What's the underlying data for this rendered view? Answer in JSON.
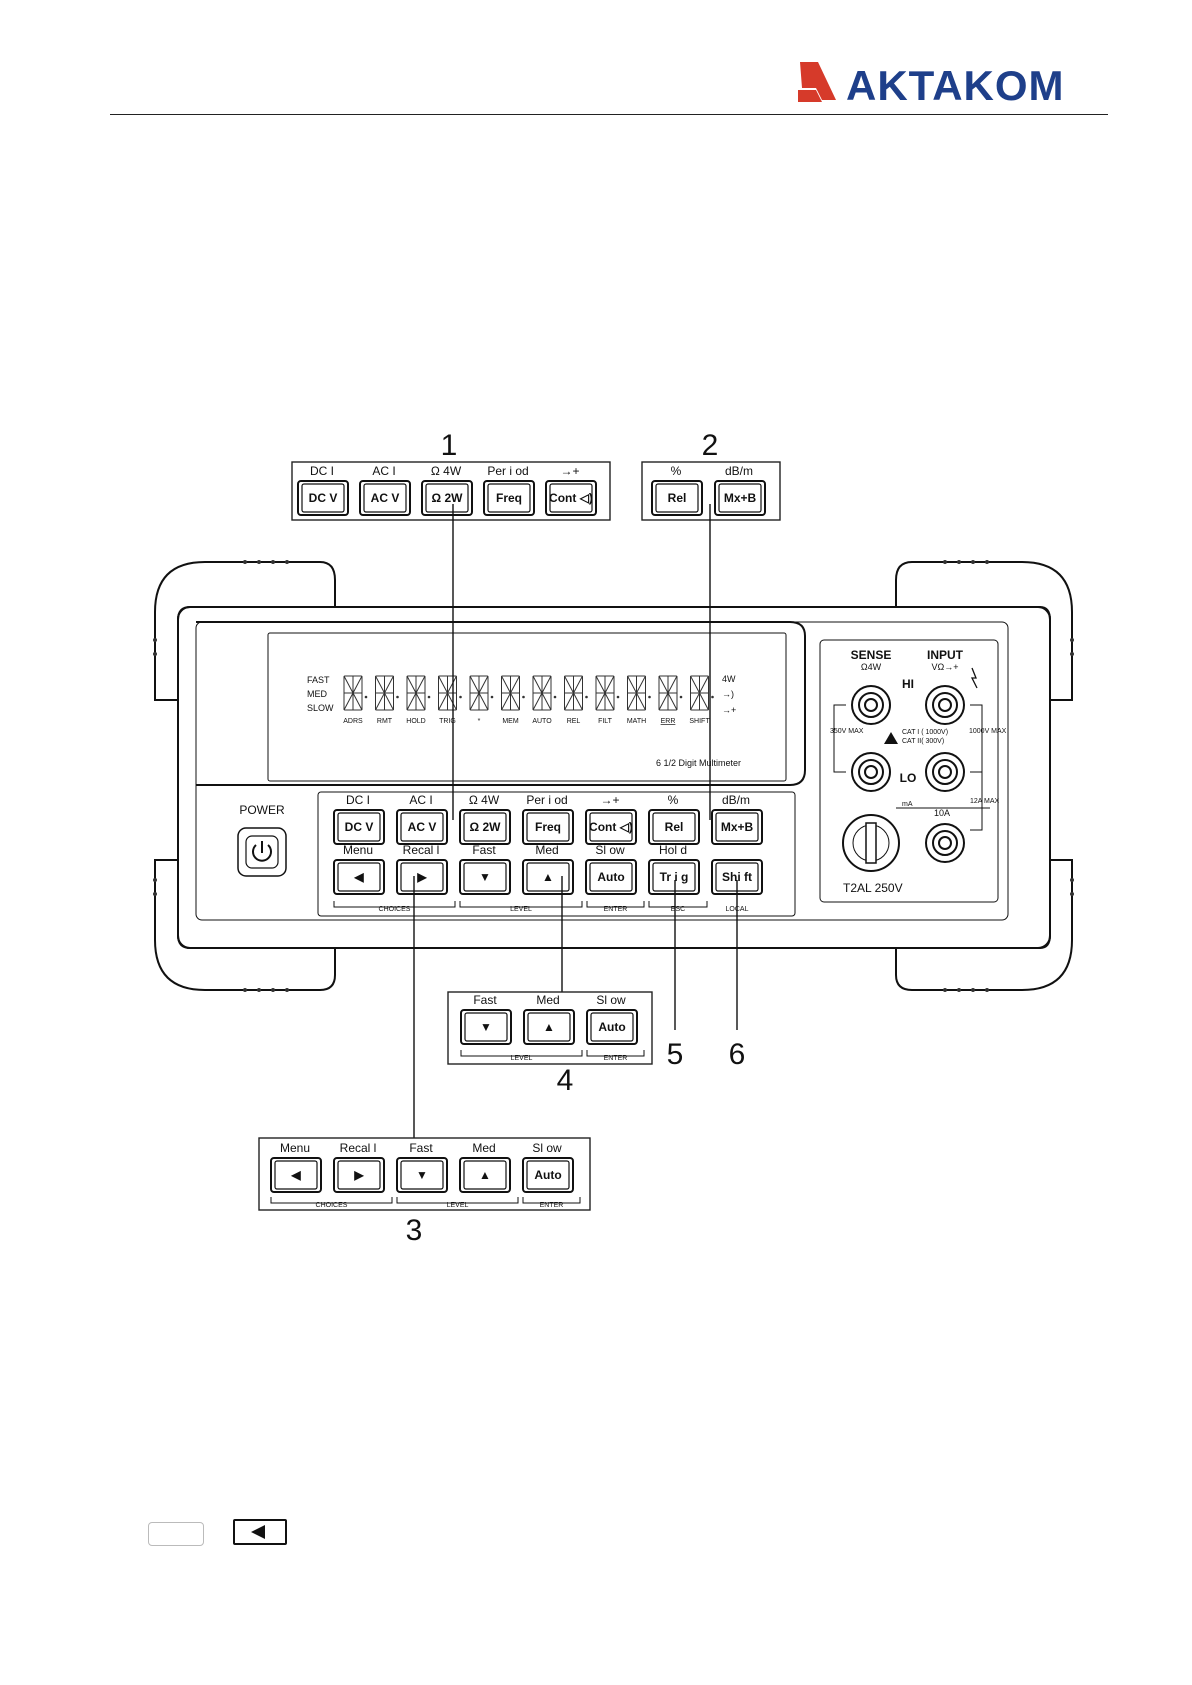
{
  "header": {
    "brand": "AKTAKOM",
    "brand_color": "#1e3f8a",
    "mark_color": "#d63a2a"
  },
  "callouts": [
    "1",
    "2",
    "3",
    "4",
    "5",
    "6"
  ],
  "inset1": {
    "keys": [
      {
        "top": "DC I",
        "label": "DC V"
      },
      {
        "top": "AC I",
        "label": "AC V"
      },
      {
        "top": "Ω 4W",
        "label": "Ω 2W"
      },
      {
        "top": "Per i od",
        "label": "Freq"
      },
      {
        "top": "→+",
        "label": "Cont ◁)"
      }
    ]
  },
  "inset2": {
    "keys": [
      {
        "top": "%",
        "label": "Rel"
      },
      {
        "top": "dB/m",
        "label": "Mx+B"
      }
    ]
  },
  "display": {
    "speed": [
      "FAST",
      "MED",
      "SLOW"
    ],
    "annunciators": [
      "ADRS",
      "RMT",
      "HOLD",
      "TRIG",
      "*",
      "MEM",
      "AUTO",
      "REL",
      "FILT",
      "MATH",
      "ERR",
      "SHIFT"
    ],
    "right_indicators": [
      "4W",
      "→)",
      "→+"
    ],
    "model": "6 1/2 Digit Multimeter"
  },
  "power": {
    "label": "POWER"
  },
  "front_row1": [
    {
      "top": "DC I",
      "label": "DC V"
    },
    {
      "top": "AC I",
      "label": "AC V"
    },
    {
      "top": "Ω 4W",
      "label": "Ω 2W"
    },
    {
      "top": "Per i od",
      "label": "Freq"
    },
    {
      "top": "→+",
      "label": "Cont ◁)"
    },
    {
      "top": "%",
      "label": "Rel"
    },
    {
      "top": "dB/m",
      "label": "Mx+B"
    }
  ],
  "front_row2": [
    {
      "top": "Menu",
      "label": "◀"
    },
    {
      "top": "Recal l",
      "label": "▶"
    },
    {
      "top": "Fast",
      "label": "▼"
    },
    {
      "top": "Med",
      "label": "▲"
    },
    {
      "top": "Sl ow",
      "label": "Auto"
    },
    {
      "top": "Hol d",
      "label": "Tr i g"
    },
    {
      "top": "",
      "label": "Shi ft"
    }
  ],
  "front_groups": [
    "CHOICES",
    "LEVEL",
    "ENTER",
    "ESC",
    "LOCAL"
  ],
  "terminals": {
    "sense": "SENSE",
    "sense_sub": "Ω4W",
    "input": "INPUT",
    "input_sub": "VΩ→+",
    "hi": "HI",
    "lo": "LO",
    "left_rating": "350V MAX",
    "right_rating": "1000V MAX",
    "cat1": "CAT I ( 1000V)",
    "cat2": "CAT II( 300V)",
    "ma": "mA",
    "amp": "10A",
    "amp_max": "12A MAX",
    "fuse": "T2AL 250V"
  },
  "inset4": {
    "keys": [
      {
        "top": "Fast",
        "label": "▼"
      },
      {
        "top": "Med",
        "label": "▲"
      },
      {
        "top": "Sl ow",
        "label": "Auto"
      }
    ],
    "groups": [
      "LEVEL",
      "ENTER"
    ]
  },
  "inset3": {
    "keys": [
      {
        "top": "Menu",
        "label": "◀"
      },
      {
        "top": "Recal l",
        "label": "▶"
      },
      {
        "top": "Fast",
        "label": "▼"
      },
      {
        "top": "Med",
        "label": "▲"
      },
      {
        "top": "Sl ow",
        "label": "Auto"
      }
    ],
    "groups": [
      "CHOICES",
      "LEVEL",
      "ENTER"
    ]
  },
  "footer_keys": {
    "arrow": "◀"
  }
}
